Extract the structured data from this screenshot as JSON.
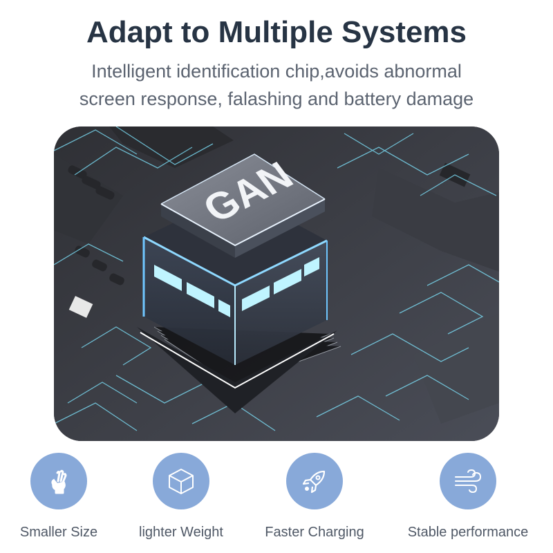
{
  "header": {
    "title": "Adapt to Multiple Systems",
    "subtitle_line1": "Intelligent identification chip,avoids abnormal",
    "subtitle_line2": "screen response, falashing and battery damage"
  },
  "hero": {
    "chip_label": "GAN"
  },
  "features": [
    {
      "label": "Smaller Size",
      "icon": "hand-ok-icon"
    },
    {
      "label": "lighter Weight",
      "icon": "cube-icon"
    },
    {
      "label": "Faster Charging",
      "icon": "rocket-icon"
    },
    {
      "label": "Stable performance",
      "icon": "wind-icon"
    }
  ],
  "colors": {
    "title": "#273444",
    "subtitle": "#5b6370",
    "icon_circle": "#88a9d9",
    "glow": "#7fe6ff"
  }
}
